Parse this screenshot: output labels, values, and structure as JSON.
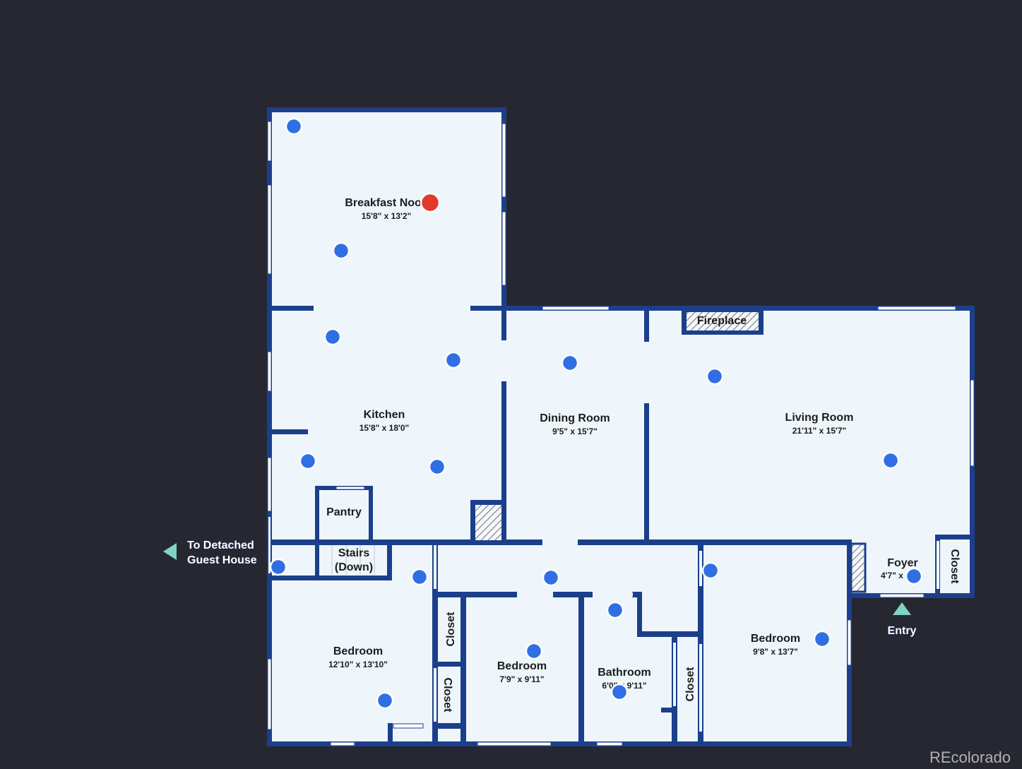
{
  "floorplan": {
    "rooms": {
      "breakfast_nook": {
        "name": "Breakfast Nook",
        "dims": "15'8\" x 13'2\""
      },
      "kitchen": {
        "name": "Kitchen",
        "dims": "15'8\" x 18'0\""
      },
      "dining_room": {
        "name": "Dining Room",
        "dims": "9'5\" x 15'7\""
      },
      "living_room": {
        "name": "Living Room",
        "dims": "21'11\" x 15'7\""
      },
      "foyer": {
        "name": "Foyer",
        "dims": "4'7\" x"
      },
      "bedroom_1": {
        "name": "Bedroom",
        "dims": "12'10\" x 13'10\""
      },
      "bedroom_2": {
        "name": "Bedroom",
        "dims": "7'9\" x 9'11\""
      },
      "bathroom": {
        "name": "Bathroom",
        "dims": "6'0\" x 9'11\""
      },
      "bedroom_3": {
        "name": "Bedroom",
        "dims": "9'8\" x 13'7\""
      }
    },
    "labels": {
      "pantry": "Pantry",
      "stairs_line1": "Stairs",
      "stairs_line2": "(Down)",
      "fireplace": "Fireplace",
      "closet": "Closet",
      "guest_house_line1": "To Detached",
      "guest_house_line2": "Guest House",
      "entry": "Entry"
    }
  },
  "watermark": "REcolorado",
  "colors": {
    "background": "#262730",
    "floor": "#eef6fb",
    "wall": "#1c3f8c",
    "hotspot": "#2f6fe3",
    "hotspot_active": "#e03a2e",
    "arrow": "#7fd3c2"
  }
}
